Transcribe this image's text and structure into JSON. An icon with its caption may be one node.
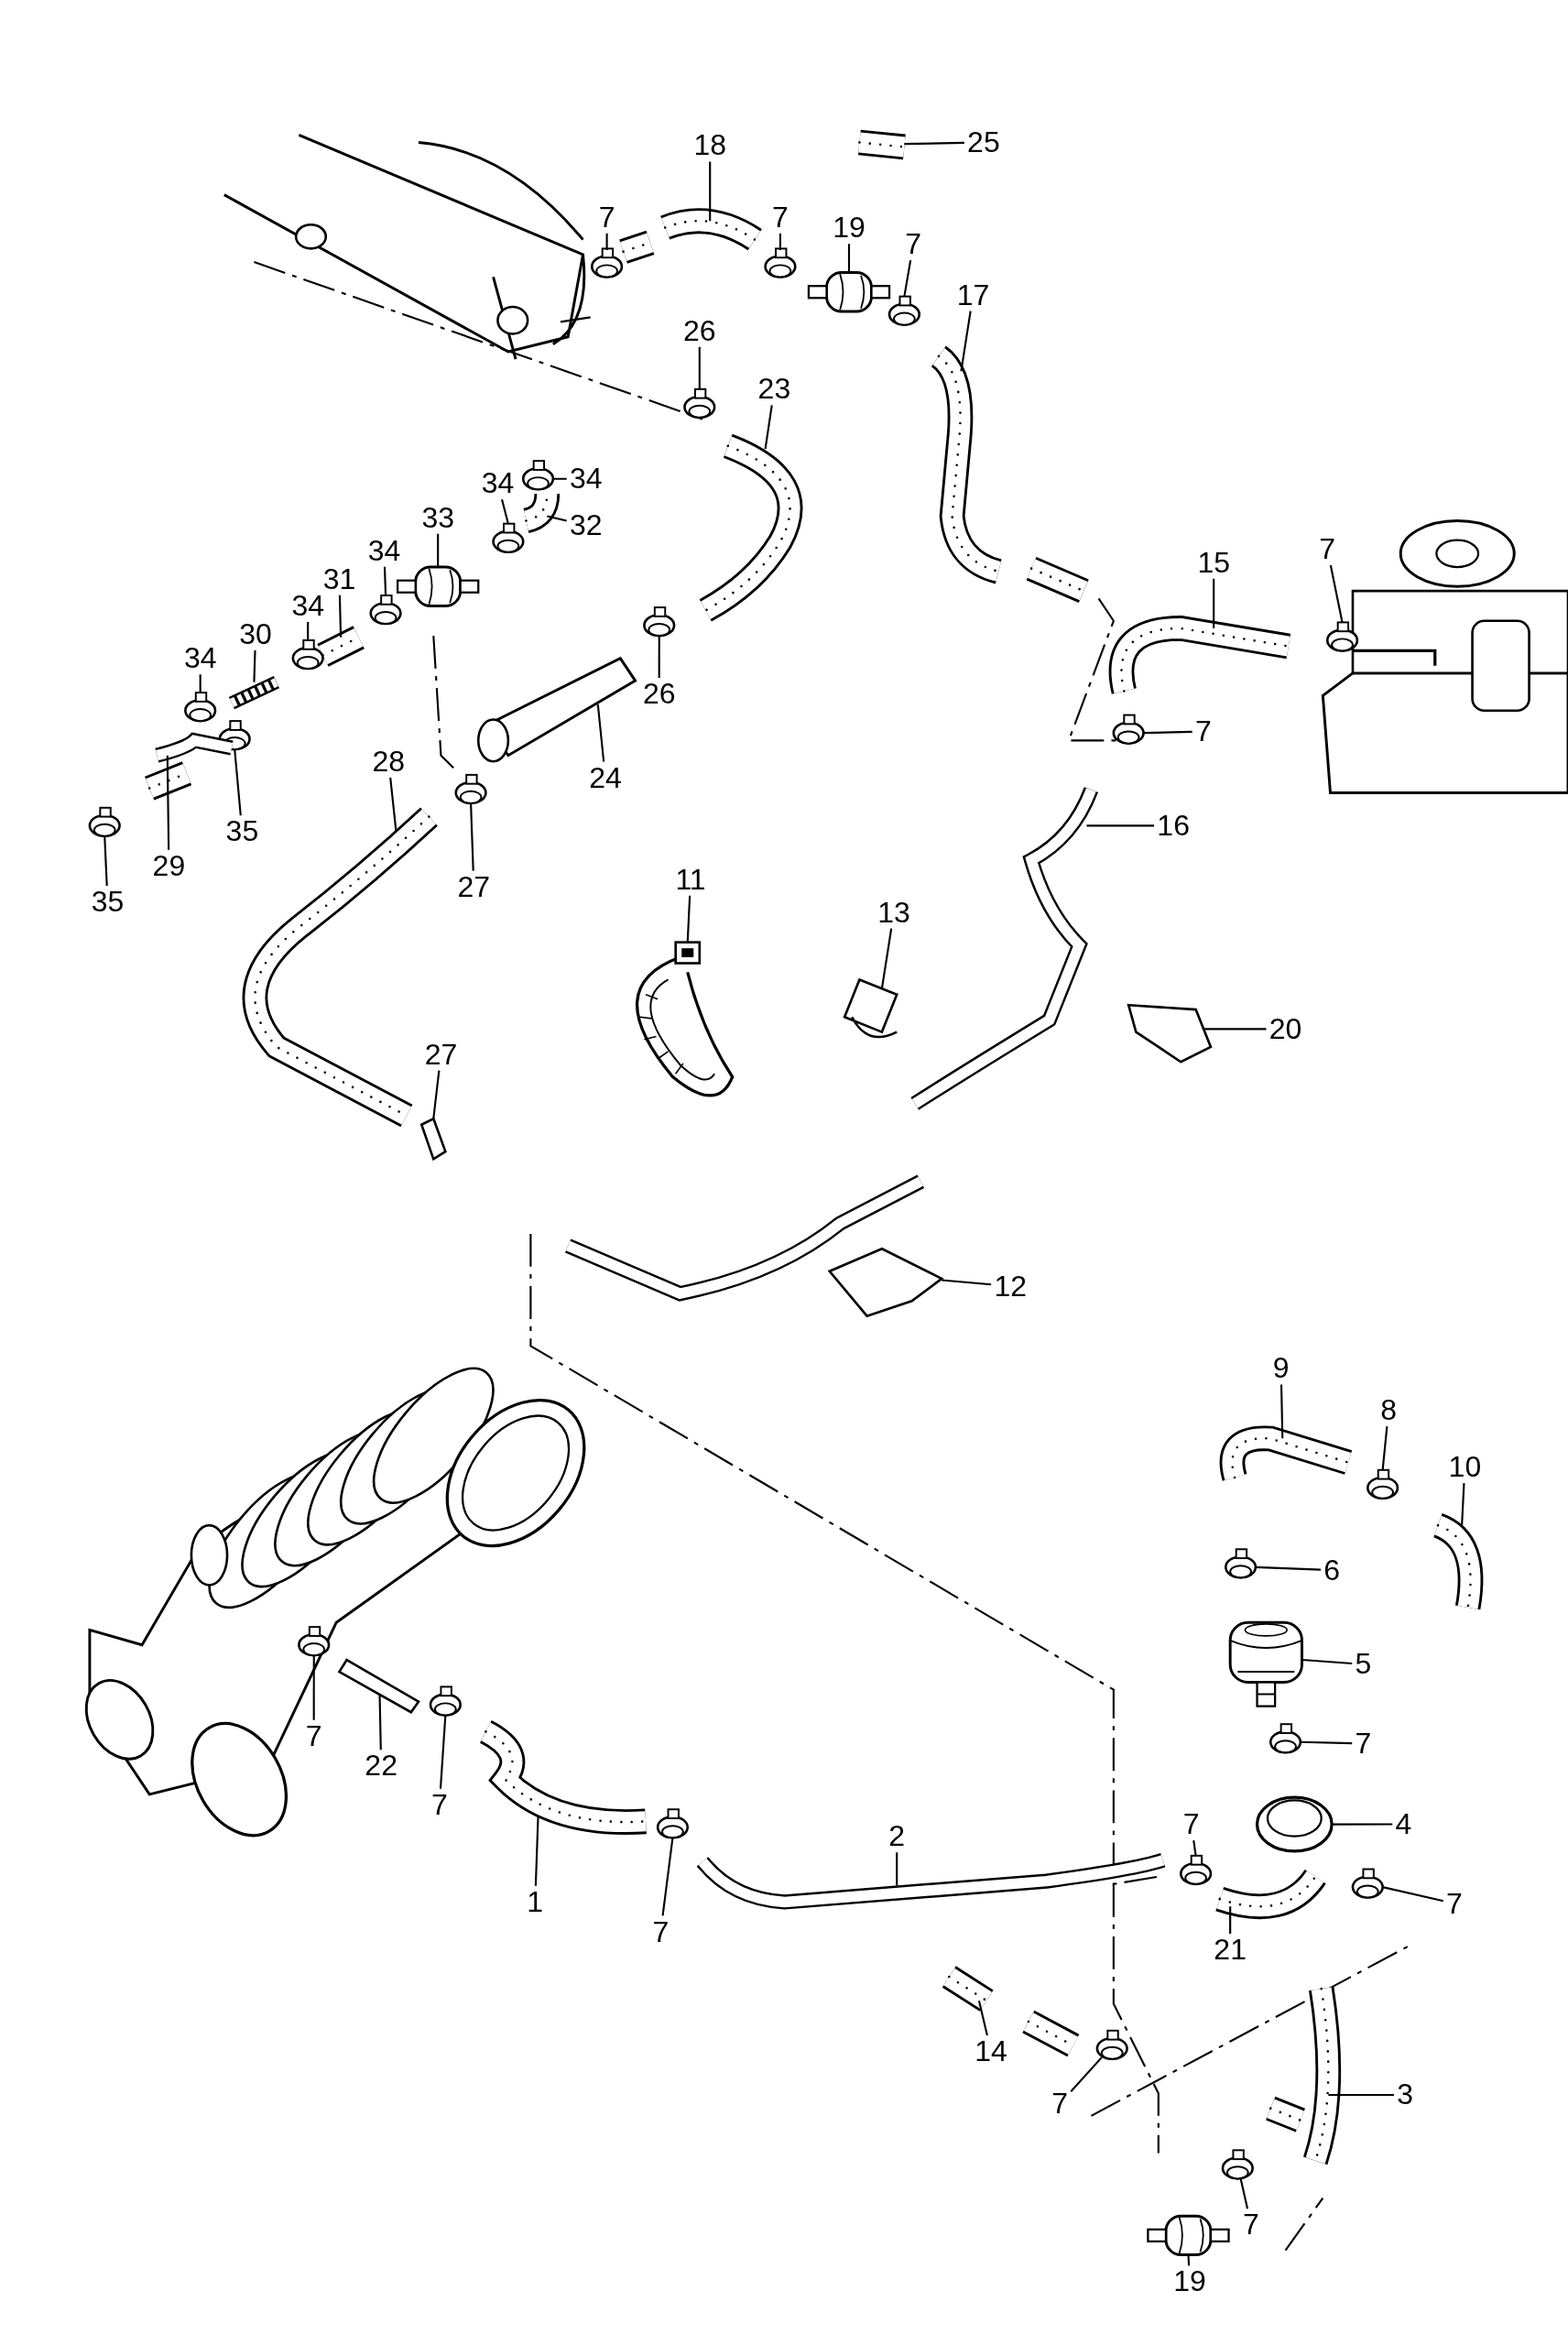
{
  "diagram": {
    "nodes": [
      {
        "text": [
          "7"
        ]
      },
      {
        "text": [
          "18"
        ]
      },
      {
        "text": [
          "7"
        ]
      },
      {
        "text": [
          "19"
        ]
      },
      {
        "text": [
          "7"
        ]
      },
      {
        "text": [
          "17"
        ]
      },
      {
        "text": [
          "25"
        ]
      },
      {
        "text": [
          "26"
        ]
      },
      {
        "text": [
          "23"
        ]
      },
      {
        "text": [
          "34"
        ]
      },
      {
        "text": [
          "34"
        ]
      },
      {
        "text": [
          "32"
        ]
      },
      {
        "text": [
          "33"
        ]
      },
      {
        "text": [
          "34"
        ]
      },
      {
        "text": [
          "31"
        ]
      },
      {
        "text": [
          "34"
        ]
      },
      {
        "text": [
          "30"
        ]
      },
      {
        "text": [
          "34"
        ]
      },
      {
        "text": [
          "26"
        ]
      },
      {
        "text": [
          "24"
        ]
      },
      {
        "text": [
          "35"
        ]
      },
      {
        "text": [
          "29"
        ]
      },
      {
        "text": [
          "35"
        ]
      },
      {
        "text": [
          "28"
        ]
      },
      {
        "text": [
          "27"
        ]
      },
      {
        "text": [
          "15"
        ]
      },
      {
        "text": [
          "7"
        ]
      },
      {
        "text": [
          "7"
        ]
      },
      {
        "text": [
          "16"
        ]
      },
      {
        "text": [
          "11"
        ]
      },
      {
        "text": [
          "13"
        ]
      },
      {
        "text": [
          "20"
        ]
      },
      {
        "text": [
          "27"
        ]
      },
      {
        "text": [
          "12"
        ]
      },
      {
        "text": [
          "9"
        ]
      },
      {
        "text": [
          "8"
        ]
      },
      {
        "text": [
          "10"
        ]
      },
      {
        "text": [
          "6"
        ]
      },
      {
        "text": [
          "5"
        ]
      },
      {
        "text": [
          "7"
        ]
      },
      {
        "text": [
          "7"
        ]
      },
      {
        "text": [
          "22"
        ]
      },
      {
        "text": [
          "7"
        ]
      },
      {
        "text": [
          "1"
        ]
      },
      {
        "text": [
          "7"
        ]
      },
      {
        "text": [
          "2"
        ]
      },
      {
        "text": [
          "7"
        ]
      },
      {
        "text": [
          "4"
        ]
      },
      {
        "text": [
          "7"
        ]
      },
      {
        "text": [
          "21"
        ]
      },
      {
        "text": [
          "14"
        ]
      },
      {
        "text": [
          "7"
        ]
      },
      {
        "text": [
          "3"
        ]
      },
      {
        "text": [
          "19"
        ]
      },
      {
        "text": [
          "7"
        ]
      },
      {
        "text": [],
        "shape": "picture"
      },
      {
        "text": [],
        "shape": "picture"
      },
      {
        "text": [],
        "shape": "picture"
      },
      {
        "text": [],
        "shape": "picture"
      },
      {
        "text": [],
        "shape": "picture"
      },
      {
        "text": [],
        "shape": "picture"
      },
      {
        "text": [],
        "shape": "picture"
      },
      {
        "text": [],
        "shape": "picture"
      },
      {
        "text": [],
        "shape": "picture"
      },
      {
        "text": [],
        "shape": "picture"
      },
      {
        "text": [],
        "shape": "picture"
      },
      {
        "text": [],
        "shape": "picture"
      },
      {
        "text": [],
        "shape": "picture"
      },
      {
        "text": [],
        "shape": "picture"
      },
      {
        "text": [],
        "shape": "picture"
      },
      {
        "text": [],
        "shape": "picture"
      },
      {
        "text": [],
        "shape": "picture"
      },
      {
        "text": [],
        "shape": "picture"
      },
      {
        "text": [],
        "shape": "picture"
      },
      {
        "text": [],
        "shape": "picture"
      },
      {
        "text": [],
        "shape": "picture"
      },
      {
        "text": [],
        "shape": "picture"
      },
      {
        "text": [],
        "shape": "picture"
      },
      {
        "text": [],
        "shape": "picture"
      },
      {
        "text": [],
        "shape": "picture"
      },
      {
        "text": [],
        "shape": "picture"
      },
      {
        "text": [],
        "shape": "picture"
      },
      {
        "text": [],
        "shape": "picture"
      },
      {
        "text": [],
        "shape": "picture"
      },
      {
        "text": [],
        "shape": "picture"
      },
      {
        "text": [],
        "shape": "picture"
      },
      {
        "text": [],
        "shape": "picture"
      },
      {
        "text": [],
        "shape": "picture"
      },
      {
        "text": [],
        "shape": "picture"
      },
      {
        "text": [],
        "shape": "picture"
      },
      {
        "text": [],
        "shape": "picture"
      },
      {
        "text": [],
        "shape": "picture"
      },
      {
        "text": [],
        "shape": "picture"
      },
      {
        "text": [],
        "shape": "picture"
      },
      {
        "text": [],
        "shape": "picture"
      },
      {
        "text": [],
        "shape": "picture"
      },
      {
        "text": [],
        "shape": "picture"
      },
      {
        "text": [],
        "shape": "picture"
      },
      {
        "text": [],
        "shape": "picture"
      },
      {
        "text": [],
        "shape": "picture"
      },
      {
        "text": [],
        "shape": "picture"
      },
      {
        "text": [],
        "shape": "picture"
      },
      {
        "text": [],
        "shape": "picture"
      },
      {
        "text": [],
        "shape": "picture"
      },
      {
        "text": [],
        "shape": "picture"
      },
      {
        "text": [],
        "shape": "picture"
      },
      {
        "text": [],
        "shape": "picture"
      },
      {
        "text": [],
        "shape": "picture"
      },
      {
        "text": [],
        "shape": "picture"
      },
      {
        "text": [],
        "shape": "picture"
      }
    ],
    "edges": [
      {
        "from": 0,
        "to": 55,
        "arrow": "none"
      },
      {
        "from": 1,
        "to": 56,
        "arrow": "none"
      },
      {
        "from": 2,
        "to": 57,
        "arrow": "none"
      },
      {
        "from": 3,
        "to": 58,
        "arrow": "none"
      },
      {
        "from": 4,
        "to": 59,
        "arrow": "none"
      },
      {
        "from": 5,
        "to": 60,
        "arrow": "none"
      },
      {
        "from": 6,
        "to": 61,
        "arrow": "none"
      },
      {
        "from": 7,
        "to": 62,
        "arrow": "none"
      },
      {
        "from": 8,
        "to": 63,
        "arrow": "none"
      },
      {
        "from": 9,
        "to": 64,
        "arrow": "none"
      },
      {
        "from": 10,
        "to": 65,
        "arrow": "none"
      },
      {
        "from": 11,
        "to": 66,
        "arrow": "none"
      },
      {
        "from": 12,
        "to": 67,
        "arrow": "none"
      },
      {
        "from": 13,
        "to": 68,
        "arrow": "none"
      },
      {
        "from": 14,
        "to": 69,
        "arrow": "none"
      },
      {
        "from": 15,
        "to": 70,
        "arrow": "none"
      },
      {
        "from": 16,
        "to": 71,
        "arrow": "none"
      },
      {
        "from": 17,
        "to": 72,
        "arrow": "none"
      },
      {
        "from": 18,
        "to": 73,
        "arrow": "none"
      },
      {
        "from": 19,
        "to": 74,
        "arrow": "none"
      },
      {
        "from": 20,
        "to": 75,
        "arrow": "none"
      },
      {
        "from": 21,
        "to": 76,
        "arrow": "none"
      },
      {
        "from": 22,
        "to": 77,
        "arrow": "none"
      },
      {
        "from": 23,
        "to": 78,
        "arrow": "none"
      },
      {
        "from": 24,
        "to": 79,
        "arrow": "none"
      },
      {
        "from": 25,
        "to": 80,
        "arrow": "none"
      },
      {
        "from": 26,
        "to": 81,
        "arrow": "none"
      },
      {
        "from": 27,
        "to": 82,
        "arrow": "none"
      },
      {
        "from": 28,
        "to": 83,
        "arrow": "none"
      },
      {
        "from": 29,
        "to": 84,
        "arrow": "none"
      },
      {
        "from": 30,
        "to": 85,
        "arrow": "none"
      },
      {
        "from": 31,
        "to": 86,
        "arrow": "none"
      },
      {
        "from": 32,
        "to": 87,
        "arrow": "none"
      },
      {
        "from": 33,
        "to": 88,
        "arrow": "none"
      },
      {
        "from": 34,
        "to": 89,
        "arrow": "none"
      },
      {
        "from": 35,
        "to": 90,
        "arrow": "none"
      },
      {
        "from": 36,
        "to": 91,
        "arrow": "none"
      },
      {
        "from": 37,
        "to": 92,
        "arrow": "none"
      },
      {
        "from": 38,
        "to": 93,
        "arrow": "none"
      },
      {
        "from": 39,
        "to": 94,
        "arrow": "none"
      },
      {
        "from": 40,
        "to": 95,
        "arrow": "none"
      },
      {
        "from": 41,
        "to": 96,
        "arrow": "none"
      },
      {
        "from": 42,
        "to": 97,
        "arrow": "none"
      },
      {
        "from": 43,
        "to": 98,
        "arrow": "none"
      },
      {
        "from": 44,
        "to": 99,
        "arrow": "none"
      },
      {
        "from": 45,
        "to": 100,
        "arrow": "none"
      },
      {
        "from": 46,
        "to": 101,
        "arrow": "none"
      },
      {
        "from": 47,
        "to": 102,
        "arrow": "none"
      },
      {
        "from": 48,
        "to": 103,
        "arrow": "none"
      },
      {
        "from": 49,
        "to": 104,
        "arrow": "none"
      },
      {
        "from": 50,
        "to": 105,
        "arrow": "none"
      },
      {
        "from": 51,
        "to": 106,
        "arrow": "none"
      },
      {
        "from": 52,
        "to": 107,
        "arrow": "none"
      },
      {
        "from": 53,
        "to": 108,
        "arrow": "none"
      },
      {
        "from": 54,
        "to": 109,
        "arrow": "none"
      }
    ]
  }
}
